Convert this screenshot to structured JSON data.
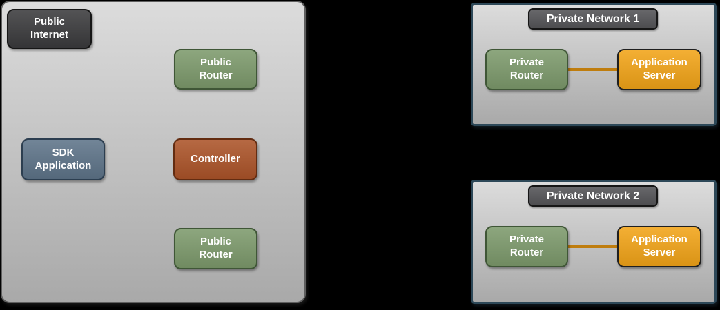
{
  "colors": {
    "background": "#000000",
    "zone_fill_top": "#dcdcdc",
    "zone_fill_bottom": "#a9a9a9",
    "zone_border": "#5f5f5f",
    "private_border": "#2d4858",
    "title_fill": "#57575a",
    "dark_node_fill": "#3b3b3d",
    "dark_node_border": "#161616",
    "green_fill": "#7d9a6c",
    "green_border": "#3f5636",
    "blue_fill": "#5e7489",
    "blue_border": "#2c3e50",
    "red_fill": "#ac5429",
    "red_border": "#632c11",
    "orange_fill": "#f2a418",
    "orange_border": "#1f1f1f",
    "connector": "#bf7d0e"
  },
  "public_zone": {
    "internet_label": "Public\nInternet",
    "router_top_label": "Public\nRouter",
    "sdk_application_label": "SDK\nApplication",
    "controller_label": "Controller",
    "router_bottom_label": "Public\nRouter"
  },
  "private_networks": [
    {
      "title": "Private Network 1",
      "router_label": "Private\nRouter",
      "server_label": "Application\nServer"
    },
    {
      "title": "Private Network 2",
      "router_label": "Private\nRouter",
      "server_label": "Application\nServer"
    }
  ]
}
